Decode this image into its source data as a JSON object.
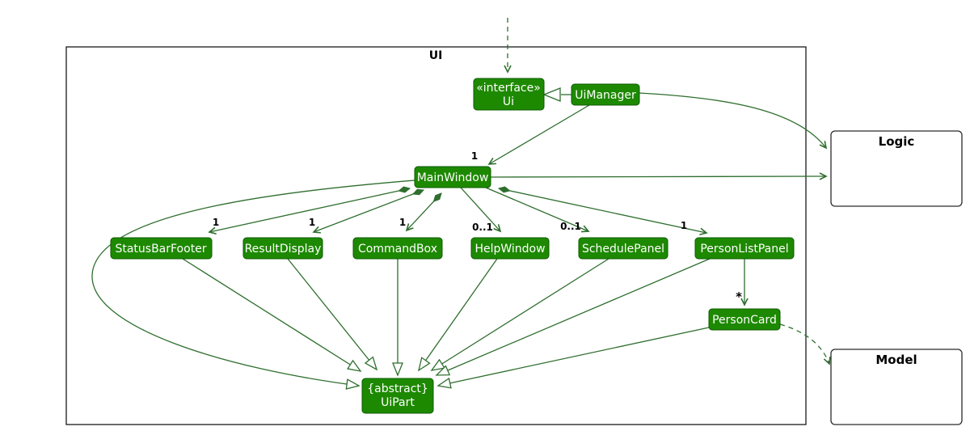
{
  "diagram": {
    "frame": {
      "label": "UI"
    },
    "nodes": {
      "ui": {
        "line1": "«interface»",
        "line2": "Ui"
      },
      "uiManager": {
        "label": "UiManager"
      },
      "mainWindow": {
        "label": "MainWindow"
      },
      "statusBarFooter": {
        "label": "StatusBarFooter"
      },
      "resultDisplay": {
        "label": "ResultDisplay"
      },
      "commandBox": {
        "label": "CommandBox"
      },
      "helpWindow": {
        "label": "HelpWindow"
      },
      "schedulePanel": {
        "label": "SchedulePanel"
      },
      "personListPanel": {
        "label": "PersonListPanel"
      },
      "personCard": {
        "label": "PersonCard"
      },
      "uiPart": {
        "line1": "{abstract}",
        "line2": "UiPart"
      }
    },
    "external": {
      "logic": {
        "label": "Logic"
      },
      "model": {
        "label": "Model"
      }
    },
    "multiplicities": {
      "mainWindow": "1",
      "statusBarFooter": "1",
      "resultDisplay": "1",
      "commandBox": "1",
      "helpWindow": "0..1",
      "schedulePanel": "0..1",
      "personListPanel": "1",
      "personCard": "*"
    },
    "colors": {
      "nodeFill": "#1D8900",
      "nodeBorder": "#0D5B00",
      "arrow": "#2E6E2E",
      "nodeText": "#FFFFFF",
      "frameBorder": "#1A1A1A",
      "labelText": "#000000"
    }
  }
}
